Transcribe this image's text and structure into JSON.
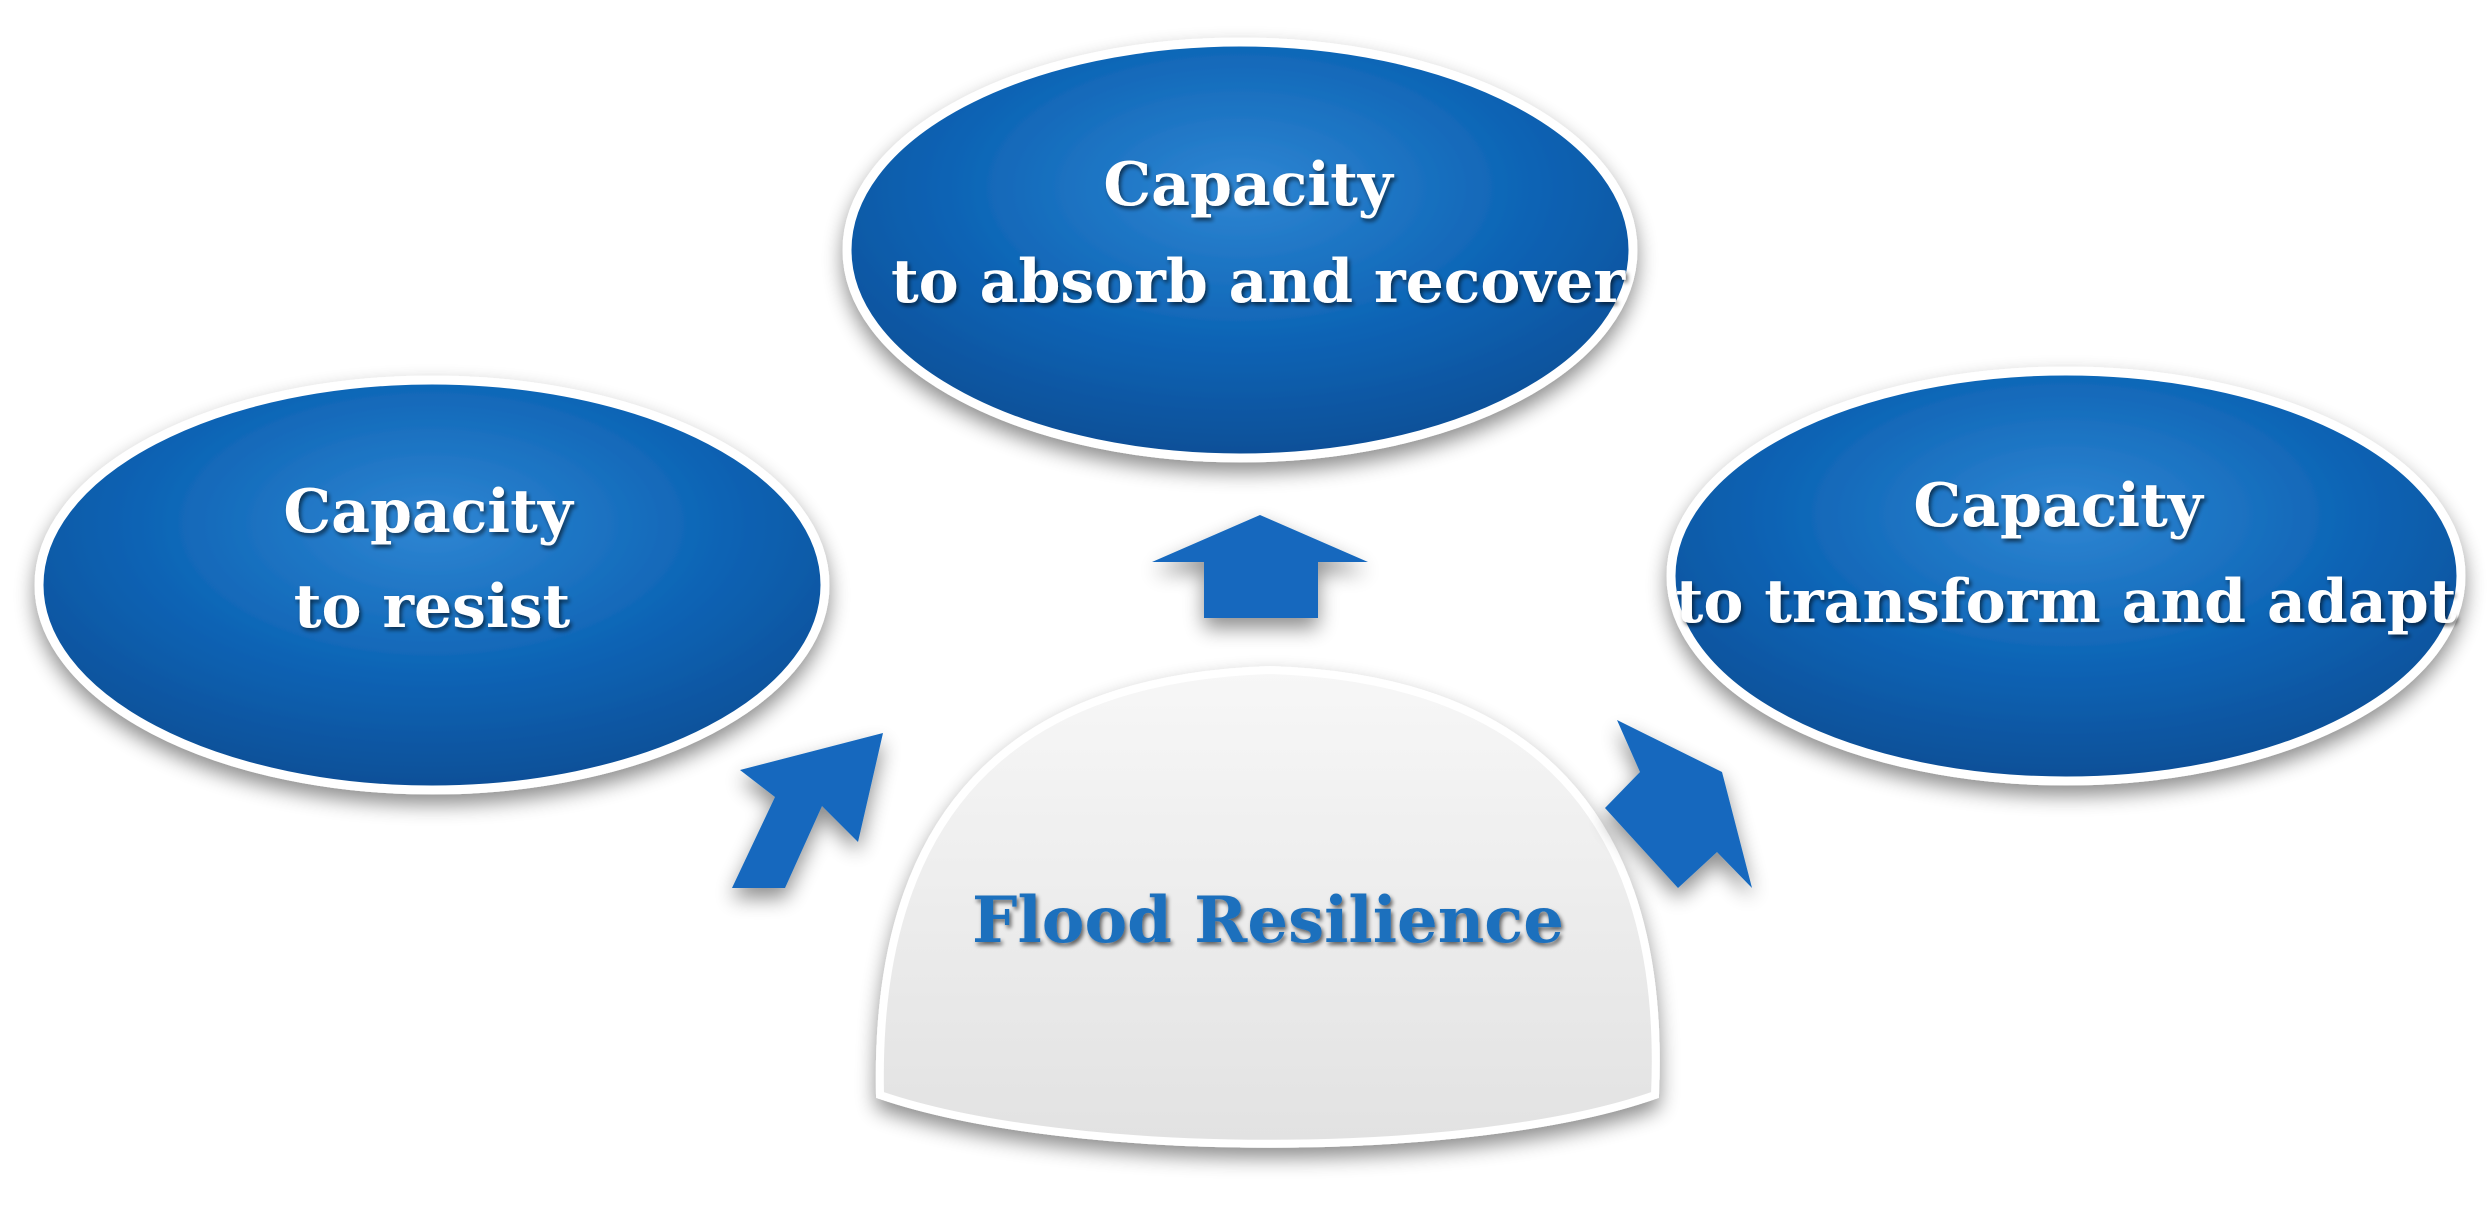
{
  "diagram": {
    "center": {
      "label": "Flood Resilience"
    },
    "nodes": [
      {
        "id": "resist",
        "line1": "Capacity",
        "line2": "to resist"
      },
      {
        "id": "absorb",
        "line1": "Capacity",
        "line2": "to absorb and recover"
      },
      {
        "id": "transform",
        "line1": "Capacity",
        "line2": "to transform and adapt"
      }
    ]
  },
  "colors": {
    "ellipse_fill": "#0b5cab",
    "ellipse_highlight": "#2f86d3",
    "ellipse_border": "#ffffff",
    "arrow_fill": "#1268be",
    "dome_fill": "#ececec",
    "center_text": "#1f6fbd"
  }
}
